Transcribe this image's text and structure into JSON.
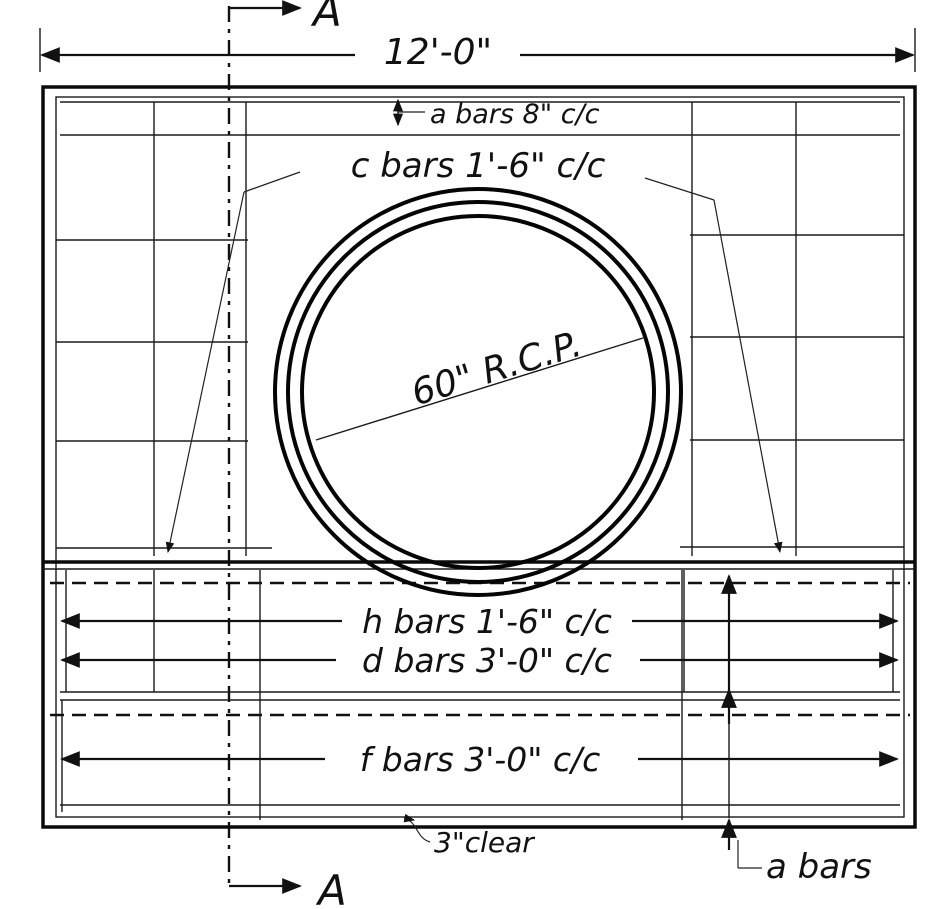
{
  "drawing": {
    "overall_dimension": "12'-0\"",
    "section_marker": "A",
    "pipe_label": "60\" R.C.P.",
    "labels": {
      "a_bars_top": "a bars 8\" c/c",
      "c_bars": "c bars 1'-6\" c/c",
      "h_bars": "h bars 1'-6\" c/c",
      "d_bars": "d bars 3'-0\" c/c",
      "f_bars": "f bars 3'-0\" c/c",
      "clear": "3\"clear",
      "a_bars_bottom": "a bars"
    }
  }
}
